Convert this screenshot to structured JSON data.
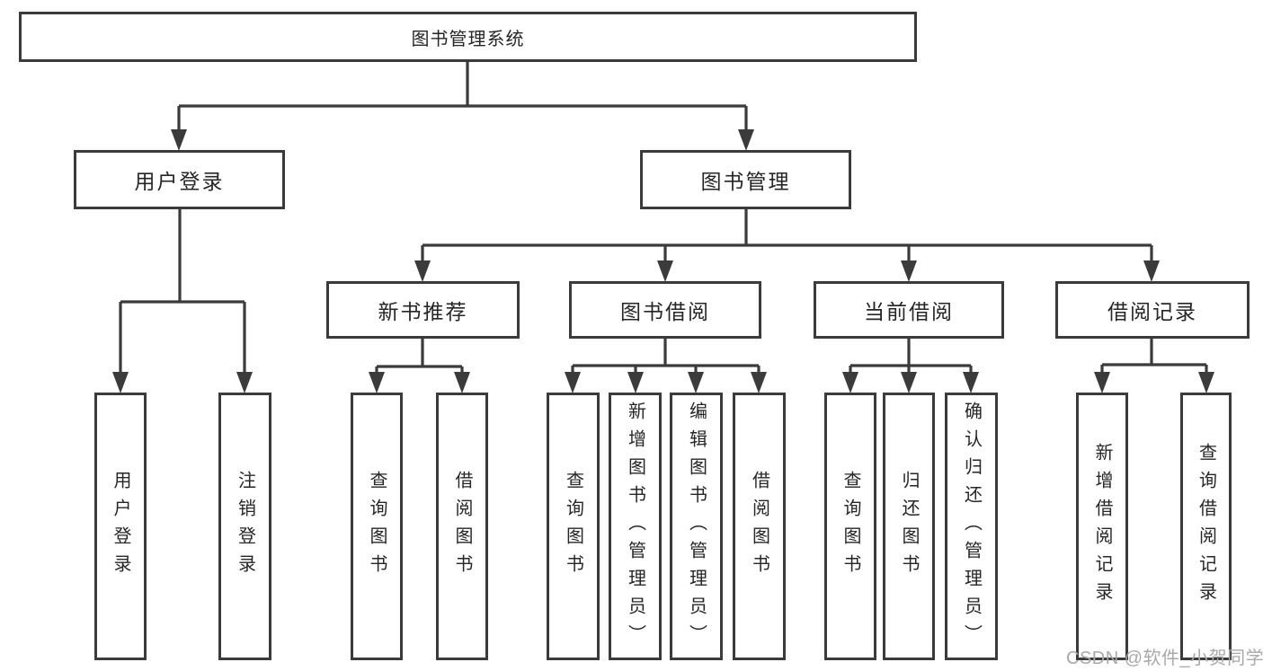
{
  "diagram": {
    "root": "图书管理系统",
    "branches": [
      {
        "label": "用户登录",
        "children": [
          "用户登录",
          "注销登录"
        ]
      },
      {
        "label": "图书管理",
        "children": [
          {
            "label": "新书推荐",
            "children": [
              "查询图书",
              "借阅图书"
            ]
          },
          {
            "label": "图书借阅",
            "children": [
              "查询图书",
              "新增图书（管理员）",
              "编辑图书（管理员）",
              "借阅图书"
            ]
          },
          {
            "label": "当前借阅",
            "children": [
              "查询图书",
              "归还图书",
              "确认归还（管理员）"
            ]
          },
          {
            "label": "借阅记录",
            "children": [
              "新增借阅记录",
              "查询借阅记录"
            ]
          }
        ]
      }
    ]
  },
  "watermark": "CSDN @软件_小贺同学",
  "colors": {
    "background": "#ffffff",
    "line": "#3b3b3b",
    "box_border": "#3b3b3b",
    "text": "#262626",
    "watermark": "#a9a9a9"
  }
}
